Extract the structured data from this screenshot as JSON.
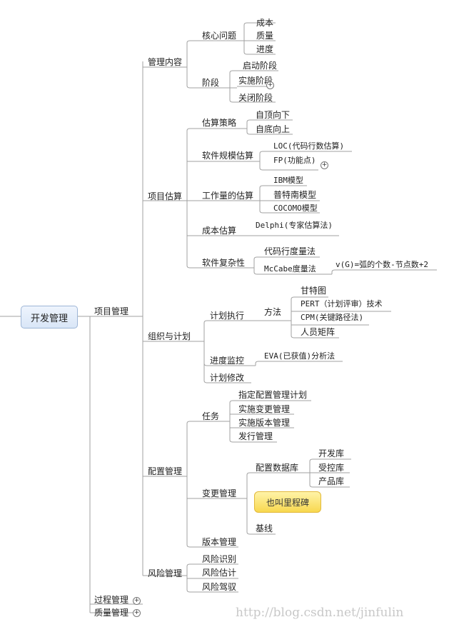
{
  "root": "开发管理",
  "l1": {
    "proj": "项目管理",
    "proc": "过程管理",
    "qual": "质量管理"
  },
  "pm": {
    "content": "管理内容",
    "core": "核心问题",
    "cost": "成本",
    "quality": "质量",
    "progress": "进度",
    "phase": "阶段",
    "start": "启动阶段",
    "impl": "实施阶段",
    "close": "关闭阶段"
  },
  "est": {
    "title": "项目估算",
    "strategy": "估算策略",
    "topdown": "自顶向下",
    "bottomup": "自底向上",
    "scale": "软件规模估算",
    "loc": "LOC(代码行数估算)",
    "fp": "FP(功能点)",
    "effort": "工作量的估算",
    "ibm": "IBM模型",
    "putnam": "普特南模型",
    "cocomo": "COCOMO模型",
    "costest": "成本估算",
    "delphi": "Delphi(专家估算法)",
    "complexity": "软件复杂性",
    "linemetric": "代码行度量法",
    "mccabe": "McCabe度量法",
    "formula": "v(G)=弧的个数-节点数+2"
  },
  "org": {
    "title": "组织与计划",
    "exec": "计划执行",
    "method": "方法",
    "gantt": "甘特图",
    "pert": "PERT（计划评审）技术",
    "cpm": "CPM(关键路径法)",
    "matrix": "人员矩阵",
    "monitor": "进度监控",
    "evm": "EVA(已获值)分析法",
    "revise": "计划修改"
  },
  "cfg": {
    "title": "配置管理",
    "task": "任务",
    "t1": "指定配置管理计划",
    "t2": "实施变更管理",
    "t3": "实施版本管理",
    "t4": "发行管理",
    "change": "变更管理",
    "db": "配置数据库",
    "dev": "开发库",
    "ctrl": "受控库",
    "prod": "产品库",
    "note": "也叫里程碑",
    "baseline": "基线",
    "version": "版本管理"
  },
  "risk": {
    "title": "风险管理",
    "identify": "风险识别",
    "estimate": "风险估计",
    "control": "风险驾驭"
  },
  "watermark": "http://blog.csdn.net/jinfulin"
}
